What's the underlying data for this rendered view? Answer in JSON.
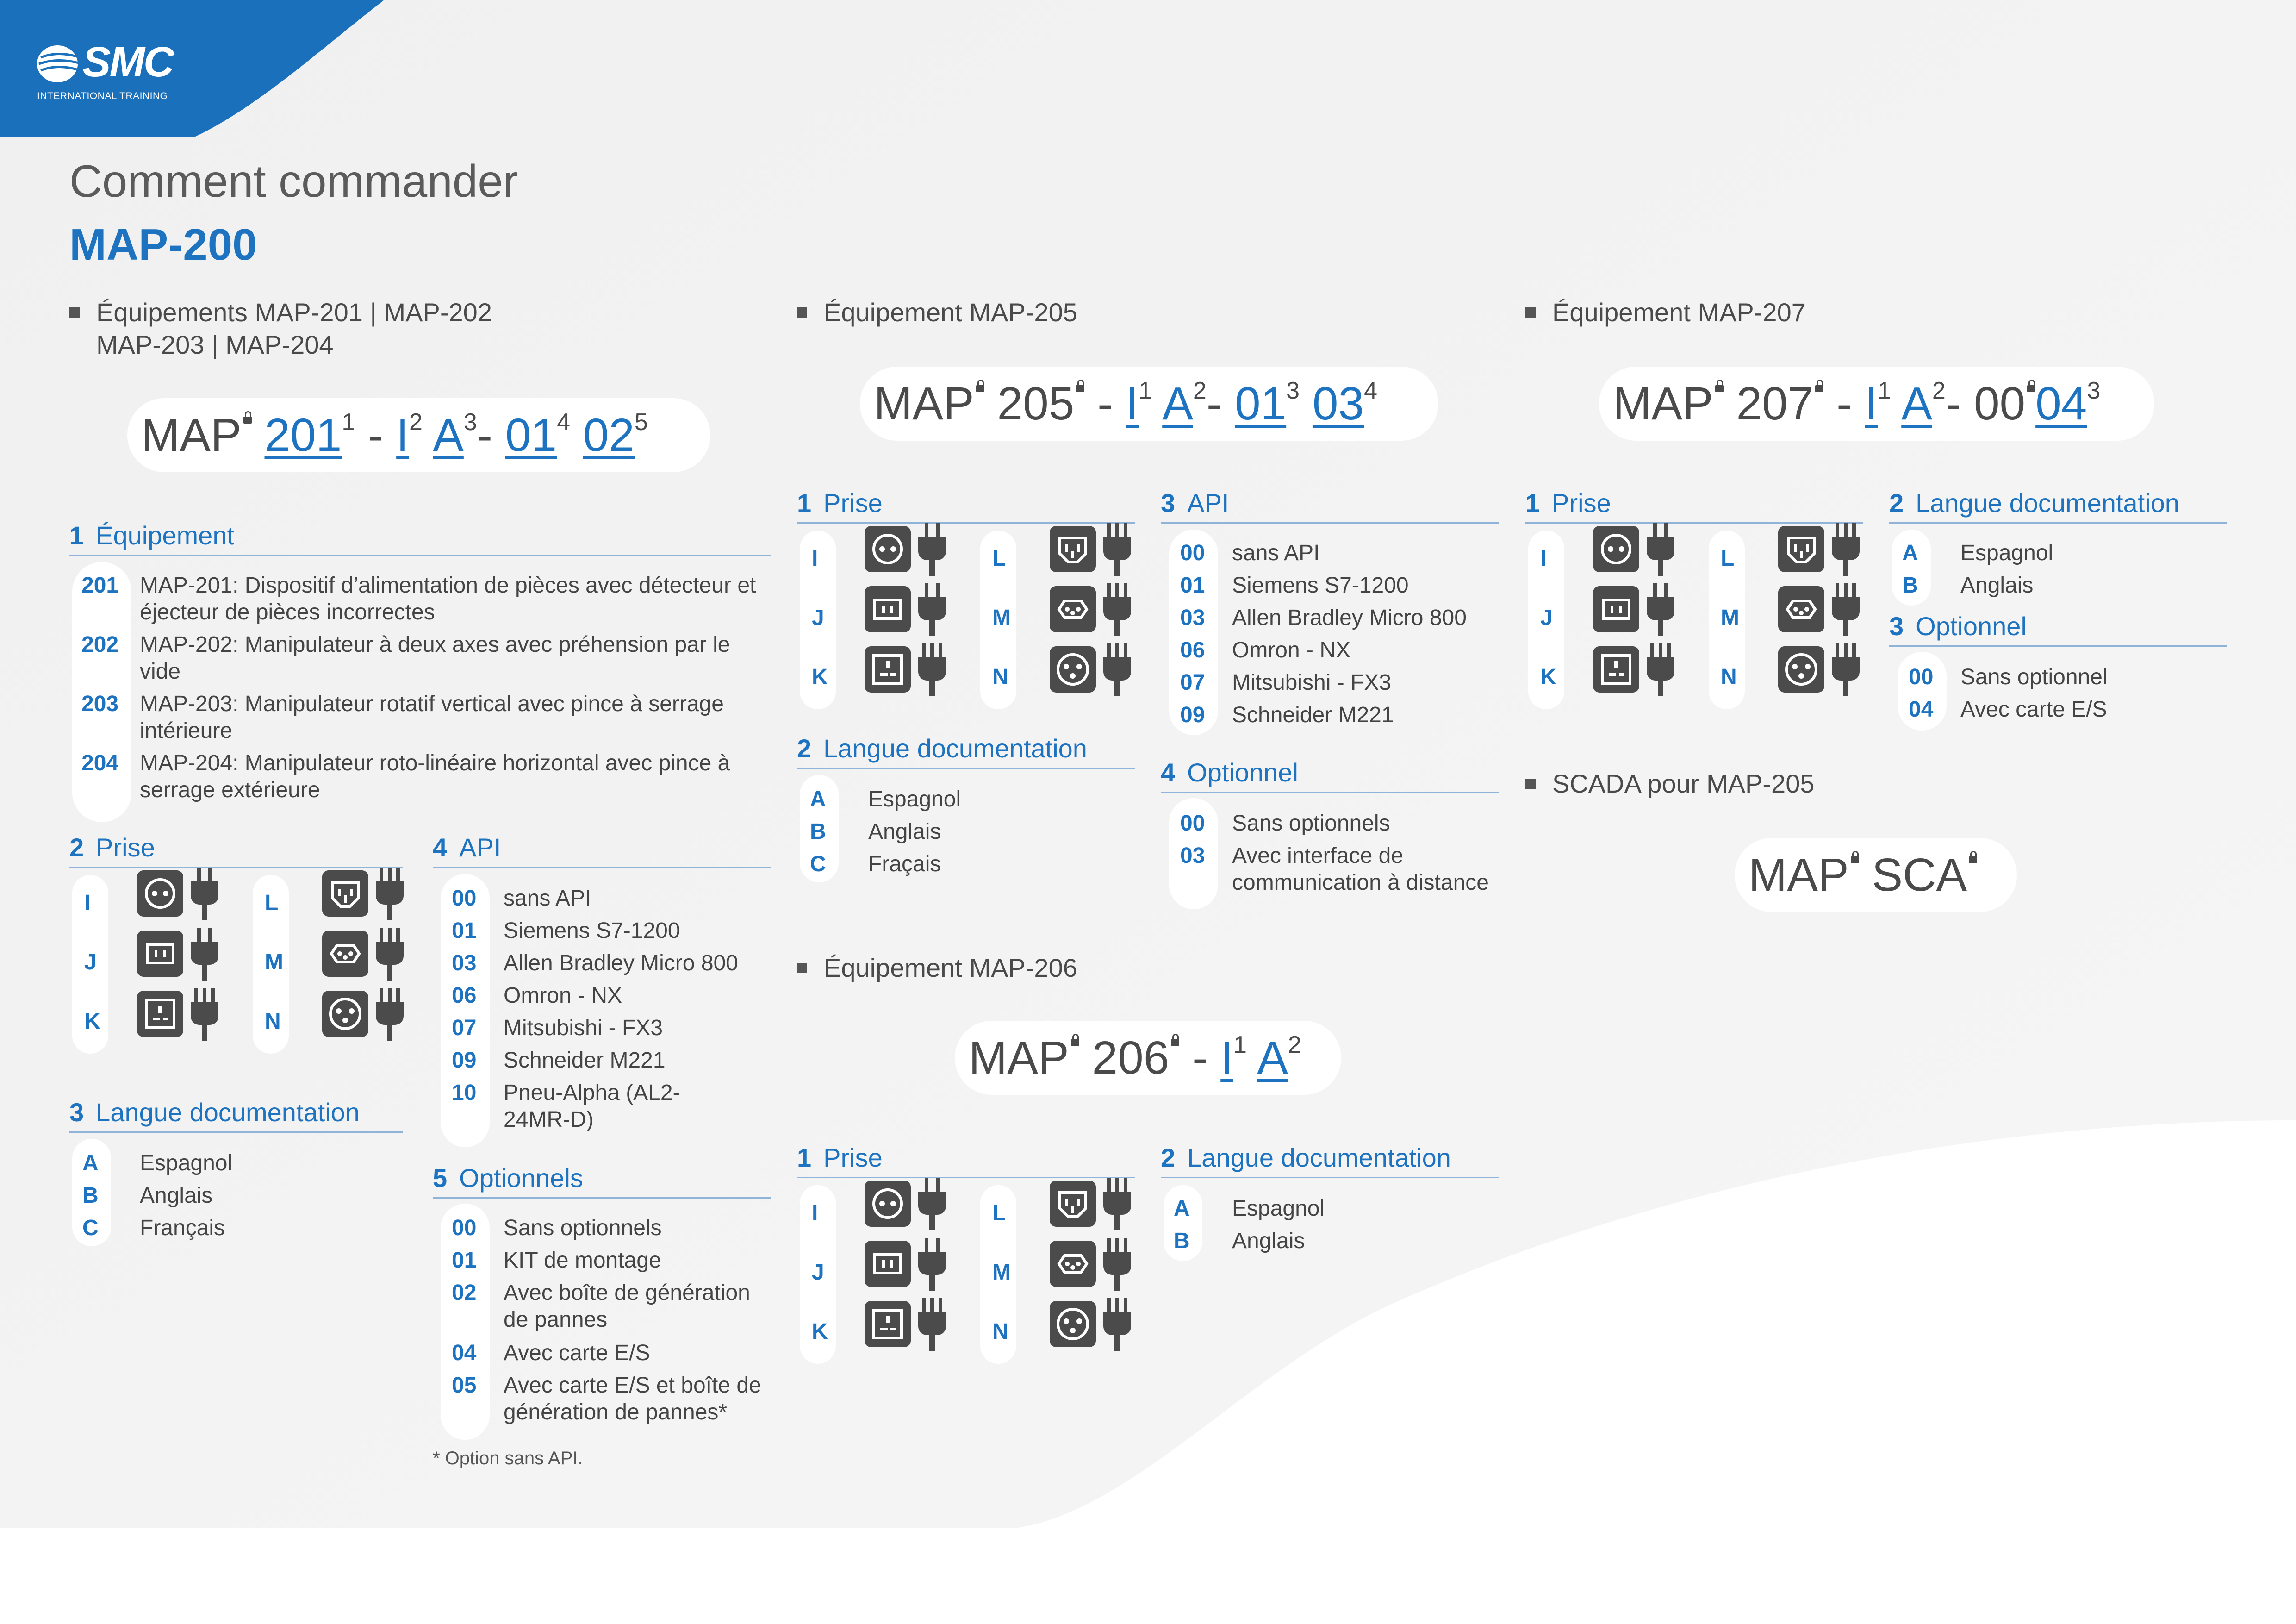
{
  "brand": {
    "name": "SMC",
    "tagline": "INTERNATIONAL TRAINING"
  },
  "title": "Comment commander",
  "subtitle": "MAP-200",
  "sec1": {
    "heading_l1": "Équipements MAP-201 | MAP-202",
    "heading_l2": "MAP-203 | MAP-204",
    "code": {
      "p0": "MAP",
      "p1": "201",
      "s1": "1",
      "p2": "I",
      "s2": "2",
      "p3": "A",
      "s3": "3",
      "p4": "01",
      "s4": "4",
      "p5": "02",
      "s5": "5"
    },
    "equip": {
      "num": "1",
      "label": "Équipement",
      "items": [
        {
          "code": "201",
          "text1": "MAP-201: Dispositif d’alimentation de pièces avec détecteur et",
          "text2": "éjecteur de pièces incorrectes"
        },
        {
          "code": "202",
          "text1": "MAP-202: Manipulateur à deux axes avec préhension par le",
          "text2": "vide"
        },
        {
          "code": "203",
          "text1": "MAP-203: Manipulateur rotatif vertical avec pince à serrage",
          "text2": "intérieure"
        },
        {
          "code": "204",
          "text1": "MAP-204: Manipulateur roto-linéaire horizontal avec pince à",
          "text2": "serrage extérieure"
        }
      ]
    },
    "prise": {
      "num": "2",
      "label": "Prise",
      "left": [
        "I",
        "J",
        "K"
      ],
      "right": [
        "L",
        "M",
        "N"
      ]
    },
    "langue": {
      "num": "3",
      "label": "Langue documentation",
      "items": [
        [
          "A",
          "Espagnol"
        ],
        [
          "B",
          "Anglais"
        ],
        [
          "C",
          "Français"
        ]
      ]
    },
    "api": {
      "num": "4",
      "label": "API",
      "items": [
        [
          "00",
          "sans API"
        ],
        [
          "01",
          "Siemens S7-1200"
        ],
        [
          "03",
          "Allen Bradley Micro 800"
        ],
        [
          "06",
          "Omron - NX"
        ],
        [
          "07",
          "Mitsubishi - FX3"
        ],
        [
          "09",
          "Schneider M221"
        ],
        [
          "10",
          "Pneu-Alpha (AL2-",
          "24MR-D)"
        ]
      ]
    },
    "opt": {
      "num": "5",
      "label": "Optionnels",
      "items": [
        [
          "00",
          "Sans optionnels"
        ],
        [
          "01",
          "KIT de montage"
        ],
        [
          "02",
          "Avec boîte de génération",
          "de pannes"
        ],
        [
          "04",
          "Avec carte E/S"
        ],
        [
          "05",
          "Avec carte E/S et boîte de",
          "génération de pannes*"
        ]
      ]
    },
    "footnote": "* Option sans API."
  },
  "sec205": {
    "heading": "Équipement MAP-205",
    "code": {
      "p0": "MAP",
      "p1": "205",
      "p2": "I",
      "s2": "1",
      "p3": "A",
      "s3": "2",
      "p4": "01",
      "s4": "3",
      "p5": "03",
      "s5": "4"
    },
    "prise": {
      "num": "1",
      "label": "Prise",
      "left": [
        "I",
        "J",
        "K"
      ],
      "right": [
        "L",
        "M",
        "N"
      ]
    },
    "langue": {
      "num": "2",
      "label": "Langue documentation",
      "items": [
        [
          "A",
          "Espagnol"
        ],
        [
          "B",
          "Anglais"
        ],
        [
          "C",
          "Fraçais"
        ]
      ]
    },
    "api": {
      "num": "3",
      "label": "API",
      "items": [
        [
          "00",
          "sans API"
        ],
        [
          "01",
          "Siemens S7-1200"
        ],
        [
          "03",
          "Allen Bradley Micro 800"
        ],
        [
          "06",
          "Omron - NX"
        ],
        [
          "07",
          "Mitsubishi - FX3"
        ],
        [
          "09",
          "Schneider M221"
        ]
      ]
    },
    "opt": {
      "num": "4",
      "label": "Optionnel",
      "items": [
        [
          "00",
          "Sans optionnels"
        ],
        [
          "03",
          "Avec interface de",
          "communication à distance"
        ]
      ]
    }
  },
  "sec206": {
    "heading": "Équipement MAP-206",
    "code": {
      "p0": "MAP",
      "p1": "206",
      "p2": "I",
      "s2": "1",
      "p3": "A",
      "s3": "2"
    },
    "prise": {
      "num": "1",
      "label": "Prise",
      "left": [
        "I",
        "J",
        "K"
      ],
      "right": [
        "L",
        "M",
        "N"
      ]
    },
    "langue": {
      "num": "2",
      "label": "Langue documentation",
      "items": [
        [
          "A",
          "Espagnol"
        ],
        [
          "B",
          "Anglais"
        ]
      ]
    }
  },
  "sec207": {
    "heading": "Équipement MAP-207",
    "code": {
      "p0": "MAP",
      "p1": "207",
      "p2": "I",
      "s2": "1",
      "p3": "A",
      "s3": "2",
      "p4": "00",
      "p5": "04",
      "s5": "3"
    },
    "prise": {
      "num": "1",
      "label": "Prise",
      "left": [
        "I",
        "J",
        "K"
      ],
      "right": [
        "L",
        "M",
        "N"
      ]
    },
    "langue": {
      "num": "2",
      "label": "Langue documentation",
      "items": [
        [
          "A",
          "Espagnol"
        ],
        [
          "B",
          "Anglais"
        ]
      ]
    },
    "opt": {
      "num": "3",
      "label": "Optionnel",
      "items": [
        [
          "00",
          "Sans optionnel"
        ],
        [
          "04",
          "Avec carte E/S"
        ]
      ]
    }
  },
  "scada": {
    "heading": "SCADA pour MAP-205",
    "code": {
      "p0": "MAP",
      "p1": "SCA"
    }
  },
  "colors": {
    "accent": "#1d73c0",
    "text": "#3d3d3d",
    "icon": "#4b4b4b",
    "bg": "#f0f0f0"
  }
}
